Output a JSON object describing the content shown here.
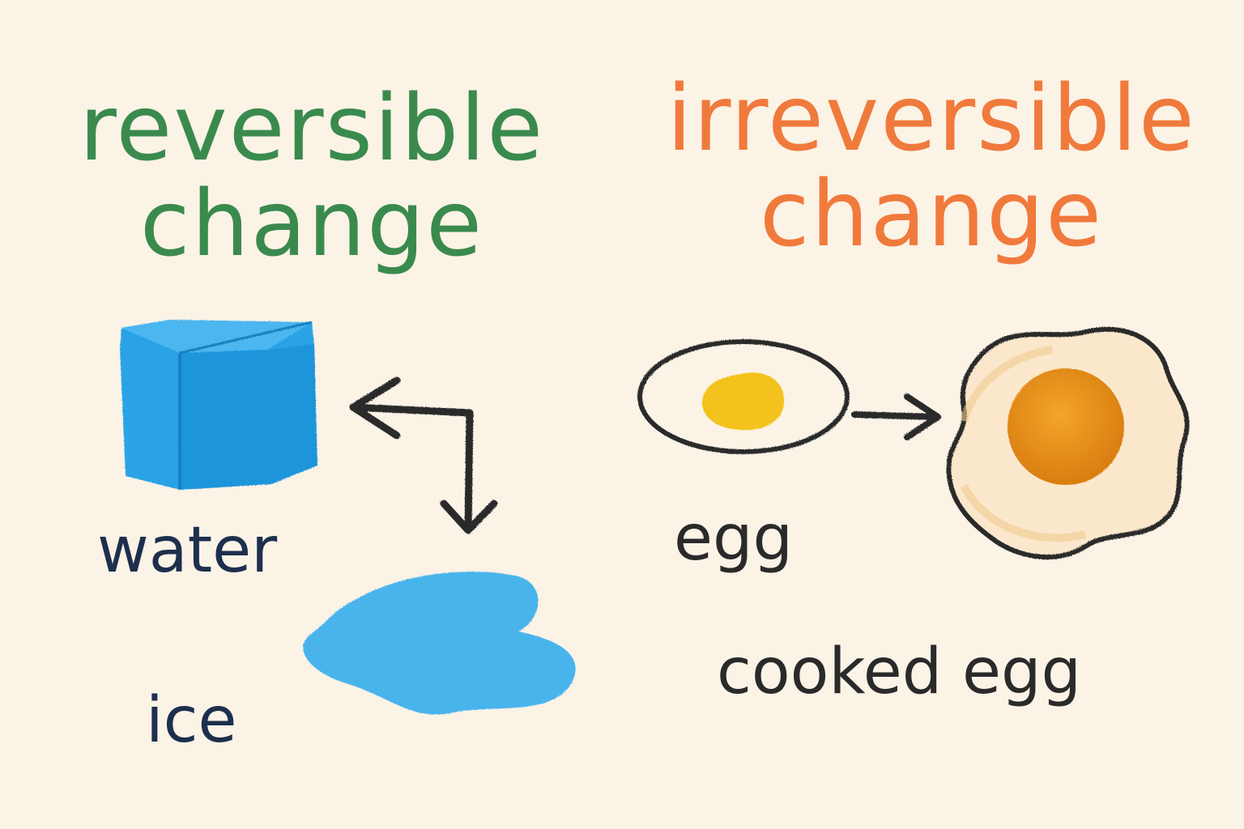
{
  "colors": {
    "background": "#fbf3e6",
    "reversible": "#3a8a4e",
    "irreversible": "#f07a3c",
    "label_blue": "#1d2f4d",
    "label_dark": "#2a2a2a",
    "ice_blue": "#2aa3e6",
    "water_blue": "#49b4ec",
    "yolk": "#f3c21a",
    "cooked_yolk": "#e98f13"
  },
  "reversible": {
    "title_line1": "reversible",
    "title_line2": "change",
    "label_top": "water",
    "label_bottom": "ice",
    "icons": [
      "ice-cube-icon",
      "water-puddle-icon",
      "two-way-arrow-icon"
    ]
  },
  "irreversible": {
    "title_line1": "irreversible",
    "title_line2": "change",
    "label_left": "egg",
    "label_right": "cooked egg",
    "icons": [
      "raw-egg-icon",
      "fried-egg-icon",
      "one-way-arrow-icon"
    ]
  }
}
